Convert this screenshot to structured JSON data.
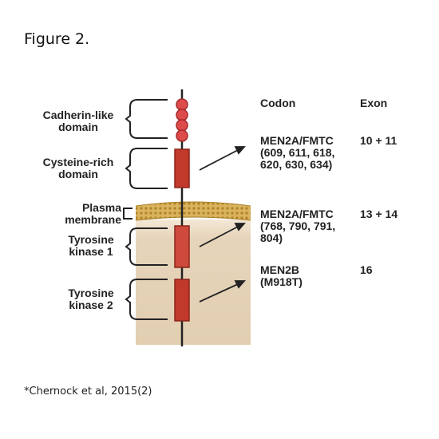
{
  "figure_title": "Figure 2.",
  "domains": {
    "cadherin": [
      "Cadherin-like",
      "domain"
    ],
    "cysteine": [
      "Cysteine-rich",
      "domain"
    ],
    "plasma": [
      "Plasma",
      "membrane"
    ],
    "tk1": [
      "Tyrosine",
      "kinase 1"
    ],
    "tk2": [
      "Tyrosine",
      "kinase 2"
    ]
  },
  "headers": {
    "codon": "Codon",
    "exon": "Exon"
  },
  "mutations": [
    {
      "name": "MEN2A/FMTC",
      "codons": [
        "(609, 611, 618,",
        "620, 630, 634)"
      ],
      "exon": "10 + 11"
    },
    {
      "name": "MEN2A/FMTC",
      "codons": [
        "(768, 790, 791,",
        "804)"
      ],
      "exon": "13 + 14"
    },
    {
      "name": "MEN2B",
      "codons": [
        "(M918T)"
      ],
      "exon": "16"
    }
  ],
  "footnote": "*Chernock et al, 2015(2)",
  "colors": {
    "domain_red": "#c0392b",
    "cytoplasm": "#e4d2b8",
    "membrane": "#cfa34b"
  }
}
